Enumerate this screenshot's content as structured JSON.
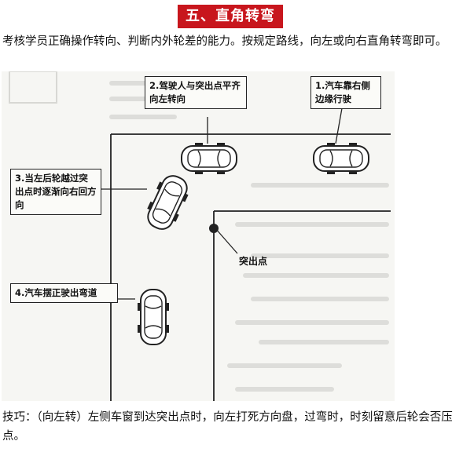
{
  "section_title": "五、直角转弯",
  "intro_text": "考核学员正确操作转向、判断内外轮差的能力。按规定路线，向左或向右直角转弯即可。",
  "figure": {
    "callouts": [
      {
        "id": "step1",
        "text": "1.汽车靠右侧边缘行驶"
      },
      {
        "id": "step2",
        "text": "2.驾驶人与突出点平齐向左转向"
      },
      {
        "id": "step3",
        "text": "3.当左后轮越过突出点时逐渐向右回方向"
      },
      {
        "id": "step4",
        "text": "4.汽车摆正驶出弯道"
      }
    ],
    "point_label": "突出点"
  },
  "tip_text": "技巧：（向左转）左侧车窗到达突出点时，向左打死方向盘，过弯时，时刻留意后轮会否压点。"
}
